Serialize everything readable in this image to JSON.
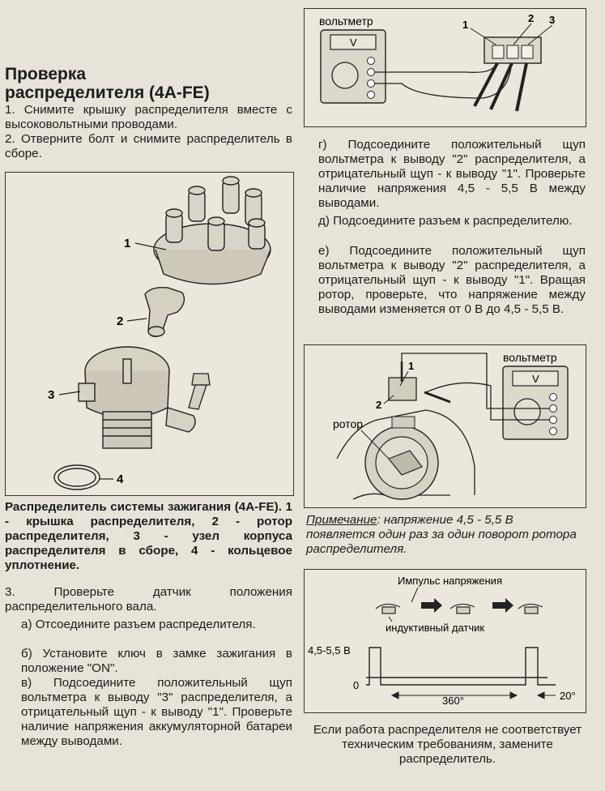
{
  "header": {
    "title_line1": "Проверка",
    "title_line2": "распределителя (4A-FE)"
  },
  "intro": {
    "step1": "1. Снимите крышку распределителя вместе с высоковольтными проводами.",
    "step2": "2. Отверните болт и снимите распределитель в сборе."
  },
  "figure1": {
    "callouts": [
      "1",
      "2",
      "3",
      "4"
    ],
    "caption": "Распределитель системы зажигания (4A-FE). 1 - крышка распределителя, 2 - ротор распределителя, 3 - узел корпуса распределителя в сборе, 4 - кольцевое уплотнение."
  },
  "step3": {
    "title": "3. Проверьте датчик положения распределительного вала.",
    "a": "а) Отсоедините разъем распределителя.",
    "b": "б) Установите ключ в замке зажигания в положение \"ON\".",
    "v": "в) Подсоедините положительный щуп вольтметра к выводу \"3\" распределителя, а отрицательный щуп - к выводу \"1\". Проверьте наличие напряжения аккумуляторной батареи между выводами."
  },
  "figure_top_right": {
    "meter_label": "вольтметр",
    "meter_display": "V",
    "terminals": [
      "1",
      "2",
      "3"
    ]
  },
  "right_text": {
    "g": "г) Подсоедините положительный щуп вольтметра к выводу \"2\" распределителя, а отрицательный щуп - к выводу \"1\". Проверьте наличие напряжения 4,5 - 5,5 В между выводами.",
    "d": "д) Подсоедините разъем к распределителю.",
    "e": "е) Подсоедините положительный щуп вольтметра к выводу \"2\" распределителя, а отрицательный щуп - к выводу \"1\". Вращая ротор, проверьте, что напряжение между выводами изменяется от 0 В до 4,5 - 5,5 В."
  },
  "figure_mid_right": {
    "meter_label": "вольтметр",
    "meter_display": "V",
    "callout1": "1",
    "callout2": "2",
    "rotor_label": "ротор"
  },
  "note": {
    "label": "Примечание",
    "text": ": напряжение 4,5 - 5,5 В появляется один раз за один поворот ротора распределителя."
  },
  "figure_pulse": {
    "pulse_label": "Импульс напряжения",
    "sensor_label": "индуктивный датчик",
    "y_high": "4,5-5,5 В",
    "y_zero": "0",
    "angle_main": "360°",
    "angle_pulse": "20°"
  },
  "conclusion": "Если работа распределителя не соответствует техническим требованиям, замените распределитель."
}
